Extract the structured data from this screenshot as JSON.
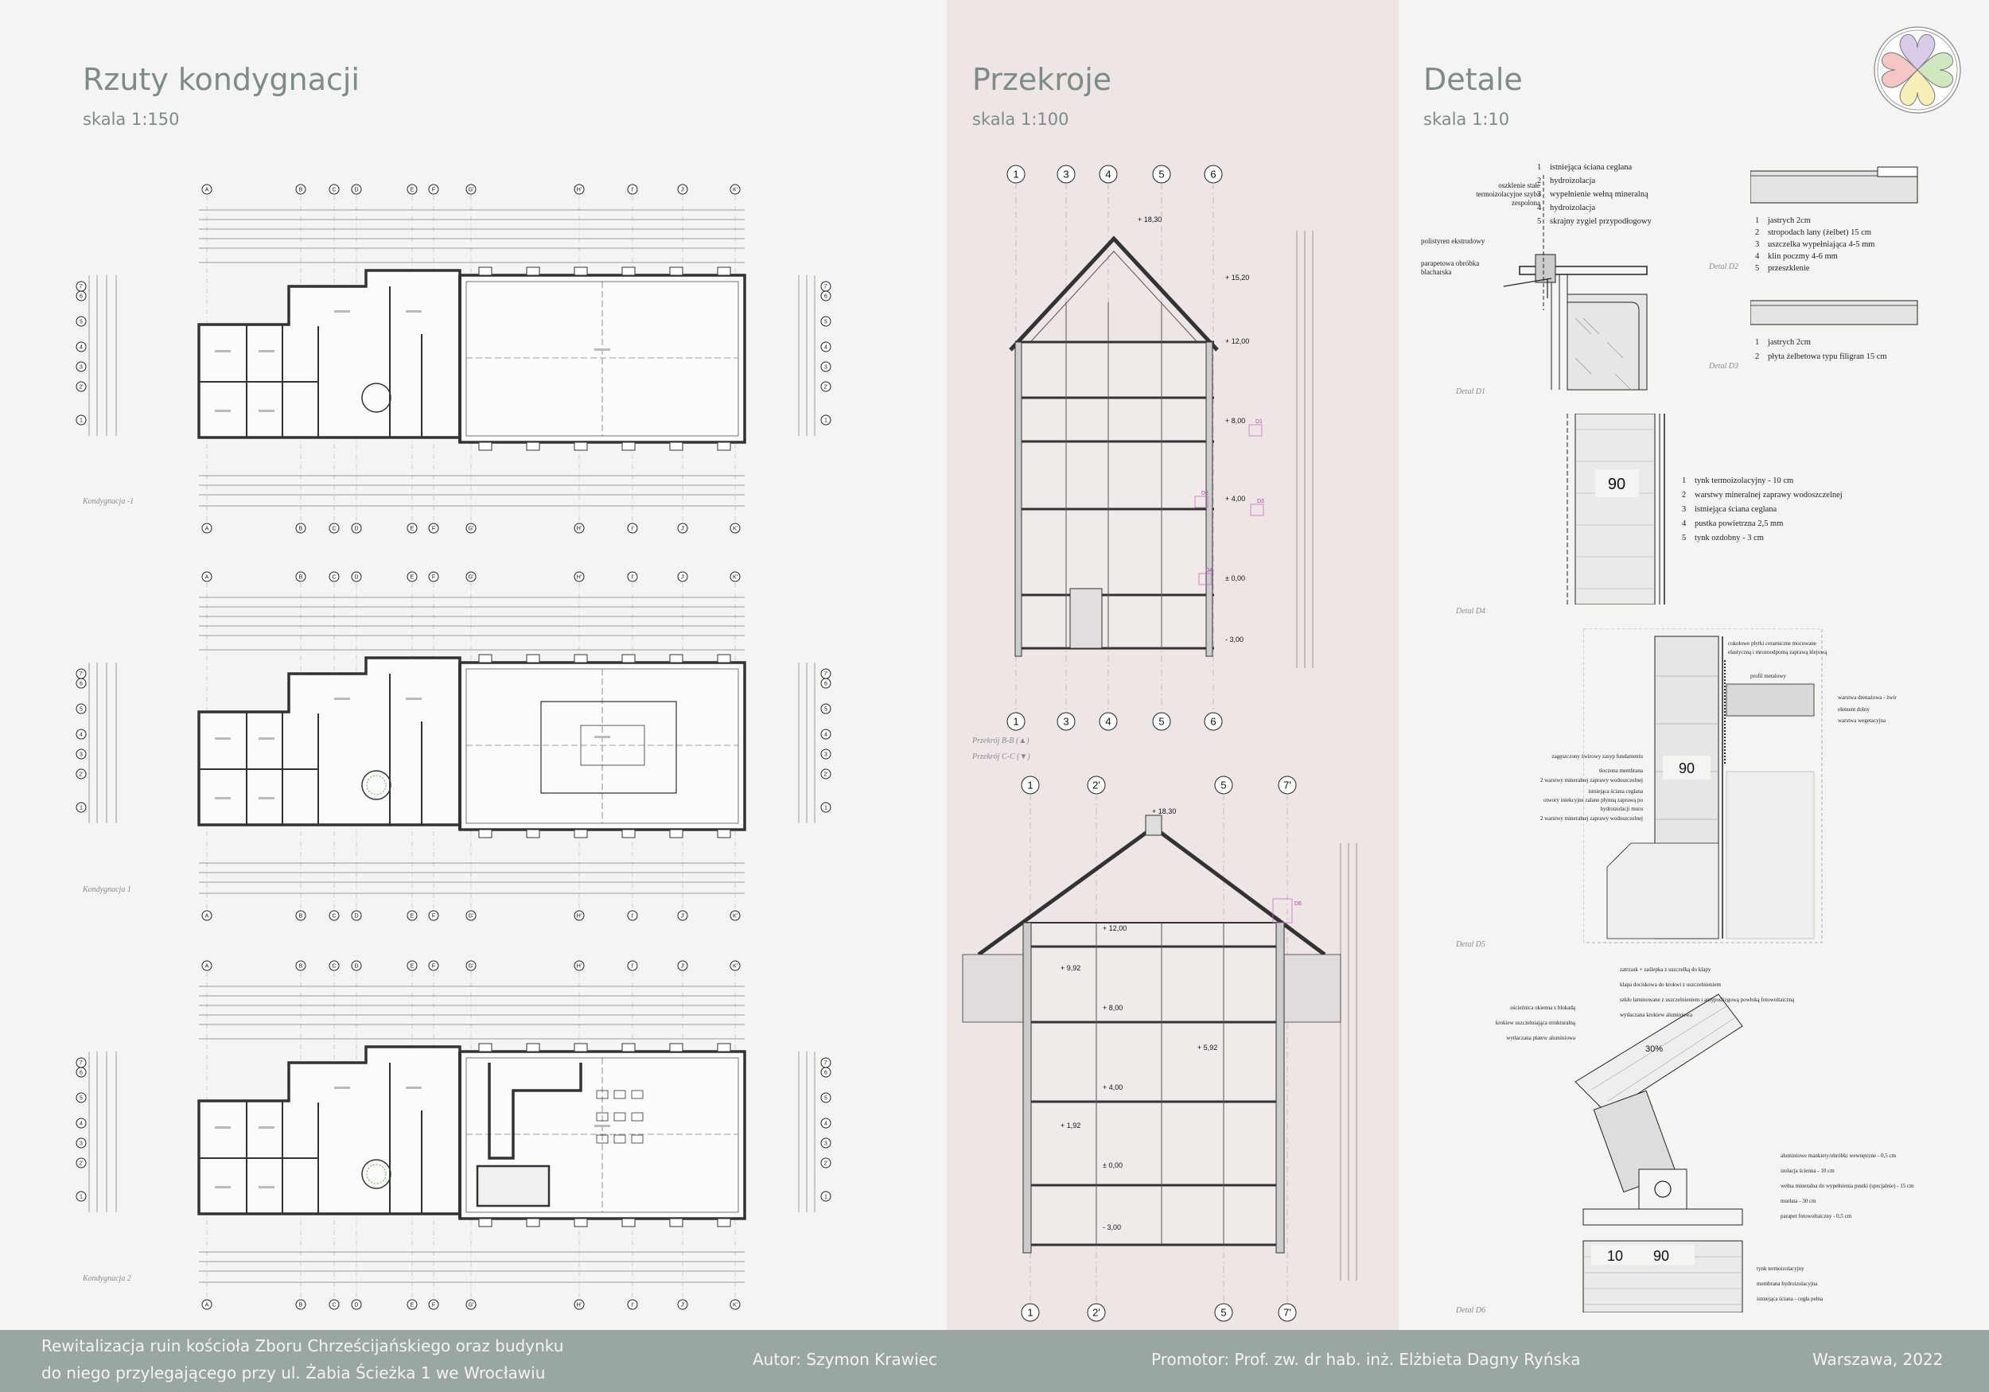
{
  "sections": {
    "plans": {
      "title": "Rzuty kondygnacji",
      "scale": "skala 1:150"
    },
    "sections": {
      "title": "Przekroje",
      "scale": "skala 1:100"
    },
    "details": {
      "title": "Detale",
      "scale": "skala 1:10"
    }
  },
  "plans": {
    "axes_top": [
      "A",
      "B",
      "C",
      "D",
      "E",
      "F",
      "G'",
      "H'",
      "I'",
      "J'",
      "K'"
    ],
    "axes_side": [
      "7'",
      "6",
      "5",
      "4",
      "3",
      "2'",
      "1"
    ],
    "captions": [
      "Kondygnacja -1",
      "Kondygnacja 1",
      "Kondygnacja 2"
    ]
  },
  "section_drawings": {
    "axes_bb": [
      "1",
      "3",
      "4",
      "5",
      "6"
    ],
    "axes_cc": [
      "1",
      "2'",
      "5",
      "7'"
    ],
    "captions": [
      "Przekrój B-B (▲)",
      "Przekrój C-C (▼)"
    ],
    "levels_bb": [
      "+ 18,30",
      "+ 15,20",
      "+ 12,00",
      "+ 8,00",
      "+ 4,00",
      "± 0,00",
      "- 3,00"
    ],
    "levels_cc": [
      "+ 18,30",
      "+ 12,00",
      "+ 9,92",
      "+ 8,00",
      "+ 5,92",
      "+ 4,00",
      "+ 1,92",
      "± 0,00",
      "- 3,00"
    ],
    "detail_marks": [
      "D1",
      "D2",
      "D3",
      "D4",
      "D6"
    ]
  },
  "details": {
    "d1": {
      "caption": "Detal D1",
      "items": [
        {
          "n": "1",
          "t": "istniejąca ściana ceglana"
        },
        {
          "n": "2",
          "t": "hydroizolacja"
        },
        {
          "n": "3",
          "t": "wypełnienie wełną mineralną"
        },
        {
          "n": "4",
          "t": "hydroizolacja"
        },
        {
          "n": "5",
          "t": "skrajny zygiel przypodłogowy"
        }
      ],
      "labels": [
        "oszklenie stałe termoizolacyjne szyba zespolona",
        "polistyren ekstrudowy",
        "parapetowa obróbka blacharska"
      ]
    },
    "d2": {
      "caption": "Detal D2",
      "items": [
        {
          "n": "1",
          "t": "jastrych 2cm"
        },
        {
          "n": "2",
          "t": "stropodach lany (żelbet) 15 cm"
        },
        {
          "n": "3",
          "t": "uszczelka wypełniająca 4-5 mm"
        },
        {
          "n": "4",
          "t": "klin poczmy 4-6 mm"
        },
        {
          "n": "5",
          "t": "przeszklenie"
        }
      ]
    },
    "d3": {
      "caption": "Detal D3",
      "items": [
        {
          "n": "1",
          "t": "jastrych 2cm"
        },
        {
          "n": "2",
          "t": "płyta żelbetowa typu filigran 15 cm"
        }
      ]
    },
    "d4": {
      "caption": "Detal D4",
      "dim": "90",
      "items": [
        {
          "n": "1",
          "t": "tynk termoizolacyjny - 10 cm"
        },
        {
          "n": "2",
          "t": "warstwy mineralnej zaprawy wodoszczelnej"
        },
        {
          "n": "3",
          "t": "istniejąca ściana ceglana"
        },
        {
          "n": "4",
          "t": "pustka powietrzna 2,5 mm"
        },
        {
          "n": "5",
          "t": "tynk ozdobny - 3 cm"
        }
      ]
    },
    "d5": {
      "caption": "Detal D5",
      "dim": "90",
      "labels_right": [
        "cokołowe płytki ceramiczne mocowane elastyczną i mrozoodporną zaprawą klejową",
        "profil metalowy",
        "warstwa drenażowa - żwir",
        "element dolny",
        "warstwa wegetacyjna"
      ],
      "labels_left": [
        "zagęszczony żwirowy zasyp fundamentu",
        "tłoczona membrana",
        "2 warstwy mineralnej zaprawy wodoszczelnej",
        "istniejąca ściana ceglana",
        "otwory iniekcyjne zalane płynną zaprawą po hydroizolacji muru",
        "2 warstwy mineralnej zaprawy wodoszczelnej"
      ]
    },
    "d6": {
      "caption": "Detal D6",
      "angle": "30%",
      "dims": [
        "10",
        "90"
      ],
      "labels_top": [
        "zatrzask + zaślepka z uszczelką do klapy",
        "klapa dociskowa do krokwi z uszczelnieniem",
        "szkło laminowane z uszczelnieniem i antypoślizgową powłoką fotowoltaiczną",
        "wytłaczana krokiew aluminiowa"
      ],
      "labels_left": [
        "ościeżnica okienna z blokadą",
        "krokiew uszczelniająca strukturalną",
        "wytłaczana płatew aluminiowa"
      ],
      "labels_right": [
        "aluminiowe mankiety/obróbki wewnętrzne - 0,5 cm",
        "izolacja ścienna - 10 cm",
        "wełna mineralna do wypełnienia pustki (specjalnie) - 15 cm",
        "murłata - 30 cm",
        "parapet fotowoltaiczny - 0,5 cm"
      ],
      "labels_bottom": [
        "tynk termoizolacyjny",
        "membrana hydroizolacyjna",
        "istniejąca ściana - cegła pełna"
      ]
    }
  },
  "footer": {
    "project_line1": "Rewitalizacja ruin kościoła Zboru Chrześcijańskiego oraz budynku",
    "project_line2": "do niego przylegającego przy ul. Żabia Ścieżka 1 we Wrocławiu",
    "author": "Autor: Szymon Krawiec",
    "promoter": "Promotor: Prof. zw. dr hab. inż. Elżbieta Dagny Ryńska",
    "place_date": "Warszawa, 2022"
  },
  "logo": {
    "colors": [
      "#f4c6c6",
      "#cfe8c0",
      "#f6efb8",
      "#d8cce8"
    ]
  }
}
